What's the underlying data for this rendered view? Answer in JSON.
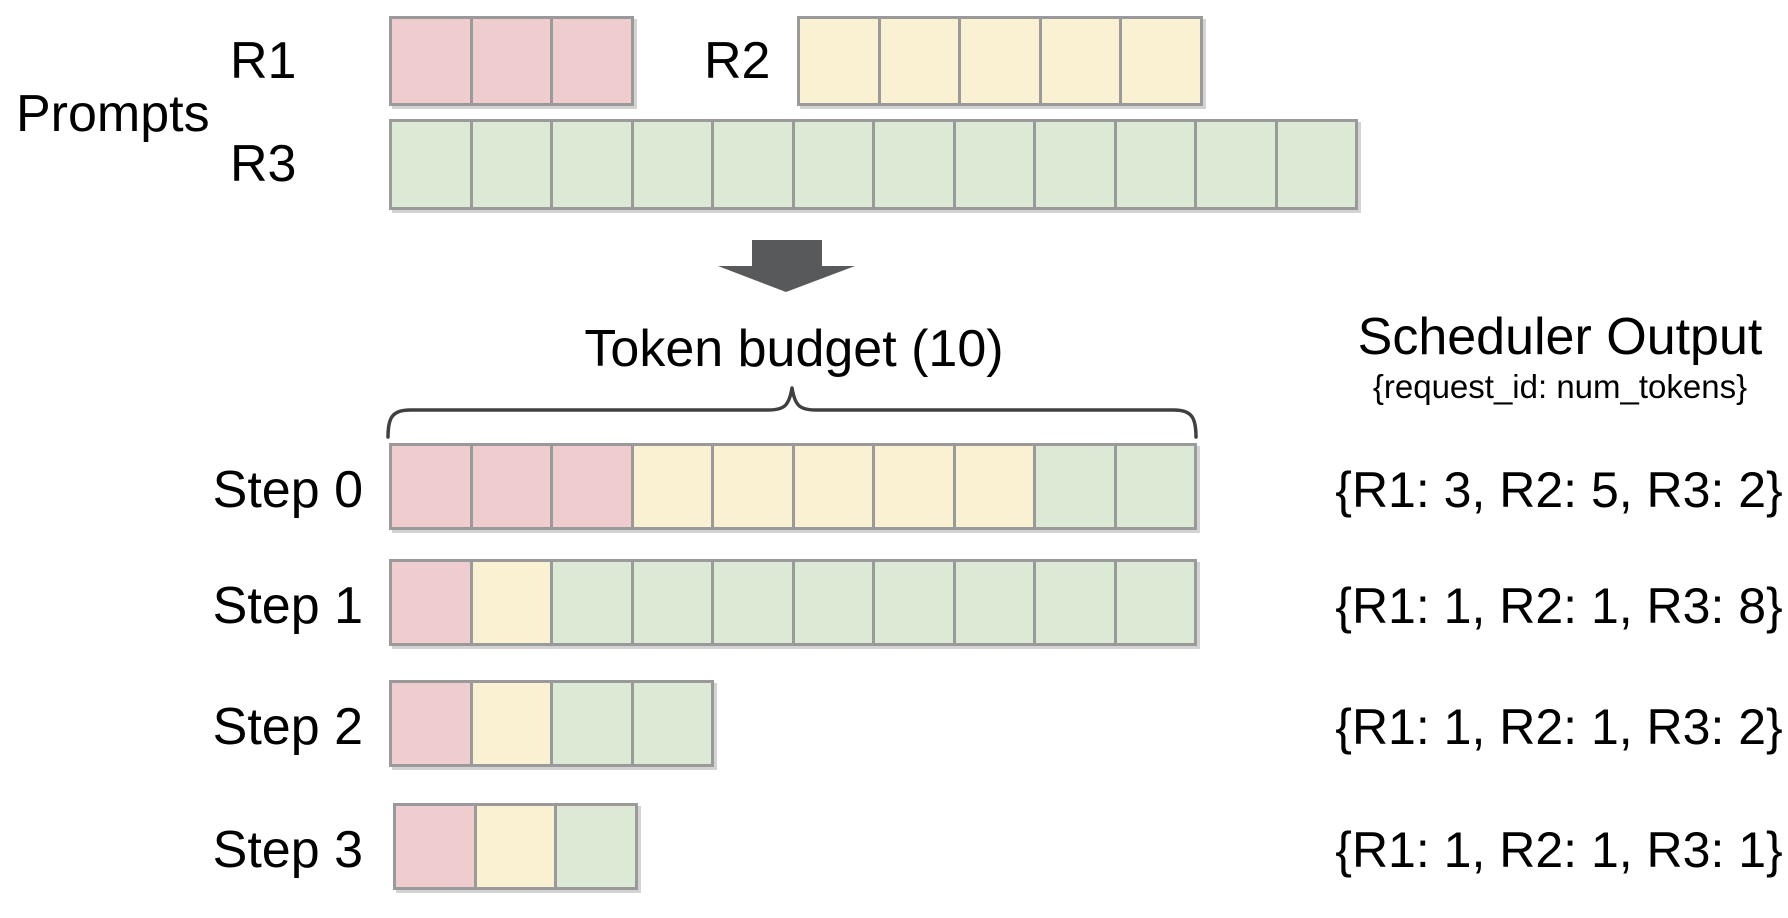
{
  "palette": {
    "background": "#ffffff",
    "text": "#000000",
    "cell_border": "#9a9a9a",
    "arrow_fill": "#58595b",
    "brace_stroke": "#404040"
  },
  "colors": {
    "R1": "#efcdce",
    "R2": "#faf1d2",
    "R3": "#dce9d5"
  },
  "prompts": {
    "section_label": "Prompts",
    "rows": [
      {
        "id": "R1",
        "label": "R1",
        "num_tokens": 3,
        "color_name": "red",
        "segments": [
          {
            "request": "R1",
            "tokens": 3
          }
        ]
      },
      {
        "id": "R2",
        "label": "R2",
        "num_tokens": 5,
        "color_name": "yellow",
        "segments": [
          {
            "request": "R2",
            "tokens": 5
          }
        ]
      },
      {
        "id": "R3",
        "label": "R3",
        "num_tokens": 12,
        "color_name": "green",
        "segments": [
          {
            "request": "R3",
            "tokens": 12
          }
        ]
      }
    ]
  },
  "token_budget": {
    "label": "Token budget (10)",
    "value": 10
  },
  "scheduler_output": {
    "title": "Scheduler Output",
    "subtitle": "{request_id: num_tokens}"
  },
  "steps": [
    {
      "label": "Step 0",
      "output": "{R1: 3, R2: 5, R3: 2}",
      "segments": [
        {
          "request": "R1",
          "tokens": 3
        },
        {
          "request": "R2",
          "tokens": 5
        },
        {
          "request": "R3",
          "tokens": 2
        }
      ]
    },
    {
      "label": "Step 1",
      "output": "{R1: 1, R2: 1, R3: 8}",
      "segments": [
        {
          "request": "R1",
          "tokens": 1
        },
        {
          "request": "R2",
          "tokens": 1
        },
        {
          "request": "R3",
          "tokens": 8
        }
      ]
    },
    {
      "label": "Step 2",
      "output": "{R1: 1, R2: 1, R3: 2}",
      "segments": [
        {
          "request": "R1",
          "tokens": 1
        },
        {
          "request": "R2",
          "tokens": 1
        },
        {
          "request": "R3",
          "tokens": 2
        }
      ]
    },
    {
      "label": "Step 3",
      "output": "{R1: 1, R2: 1, R3: 1}",
      "segments": [
        {
          "request": "R1",
          "tokens": 1
        },
        {
          "request": "R2",
          "tokens": 1
        },
        {
          "request": "R3",
          "tokens": 1
        }
      ]
    }
  ]
}
